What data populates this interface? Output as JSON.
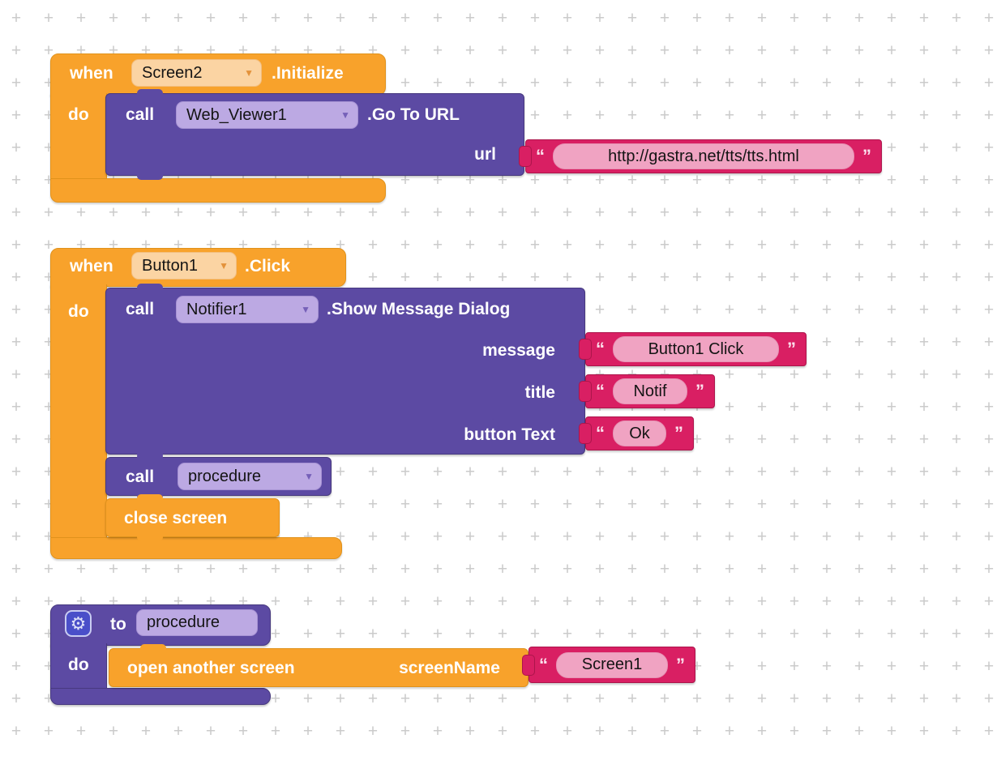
{
  "common": {
    "dropdown_arrow": "▼",
    "open_quote": "“",
    "close_quote": "”"
  },
  "block1": {
    "when": "when",
    "component": "Screen2",
    "event": ".Initialize",
    "do": "do",
    "call": "call",
    "method_component": "Web_Viewer1",
    "method": ".Go To URL",
    "url_param": "url",
    "url_value": "http://gastra.net/tts/tts.html"
  },
  "block2": {
    "when": "when",
    "component": "Button1",
    "event": ".Click",
    "do": "do",
    "call": "call",
    "method_component": "Notifier1",
    "method": ".Show Message Dialog",
    "param_message": "message",
    "param_title": "title",
    "param_button_text": "button Text",
    "value_message": "Button1 Click",
    "value_title": "Notif",
    "value_button_text": "Ok",
    "call_procedure_label": "call",
    "procedure_name": "procedure",
    "close_screen": "close screen"
  },
  "block3": {
    "to": "to",
    "procedure_name": "procedure",
    "do": "do",
    "open_screen": "open another screen",
    "param_screen_name": "screenName",
    "value_screen": "Screen1"
  }
}
